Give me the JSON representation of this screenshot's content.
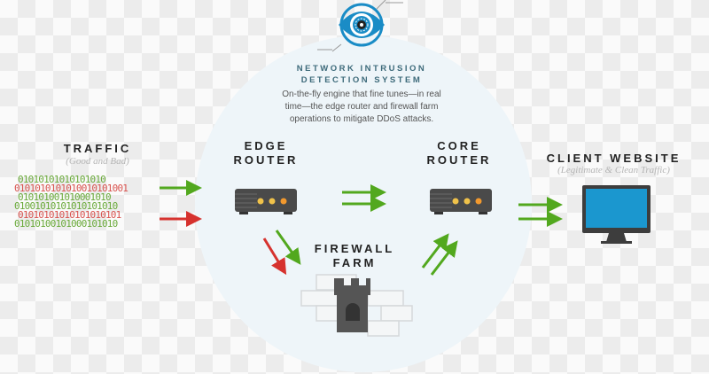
{
  "nids": {
    "title_line1": "NETWORK INTRUSION",
    "title_line2": "DETECTION SYSTEM",
    "desc_line1": "On-the-fly engine that fine tunes—in real",
    "desc_line2": "time—the edge router and firewall farm",
    "desc_line3": "operations to mitigate DDoS attacks."
  },
  "traffic": {
    "title": "TRAFFIC",
    "subtitle": "(Good and Bad)",
    "binary": [
      {
        "text": "01010101010101010",
        "color": "#6aaa3a"
      },
      {
        "text": "0101010101010010101001",
        "color": "#d9534f"
      },
      {
        "text": "010101001010001010",
        "color": "#6aaa3a"
      },
      {
        "text": "01001010101010101010",
        "color": "#6aaa3a"
      },
      {
        "text": "01010101010101010101",
        "color": "#d9534f"
      },
      {
        "text": "01010100101000101010",
        "color": "#6aaa3a"
      }
    ]
  },
  "edge_router": {
    "line1": "EDGE",
    "line2": "ROUTER"
  },
  "core_router": {
    "line1": "CORE",
    "line2": "ROUTER"
  },
  "firewall": {
    "line1": "FIREWALL",
    "line2": "FARM"
  },
  "client": {
    "title": "CLIENT WEBSITE",
    "subtitle": "(Legitimate & Clean Traffic)"
  },
  "colors": {
    "good": "#52a81e",
    "bad": "#d6322e",
    "screen": "#1b97cf",
    "device": "#4a4a4a",
    "eye": "#1a8cc6"
  }
}
